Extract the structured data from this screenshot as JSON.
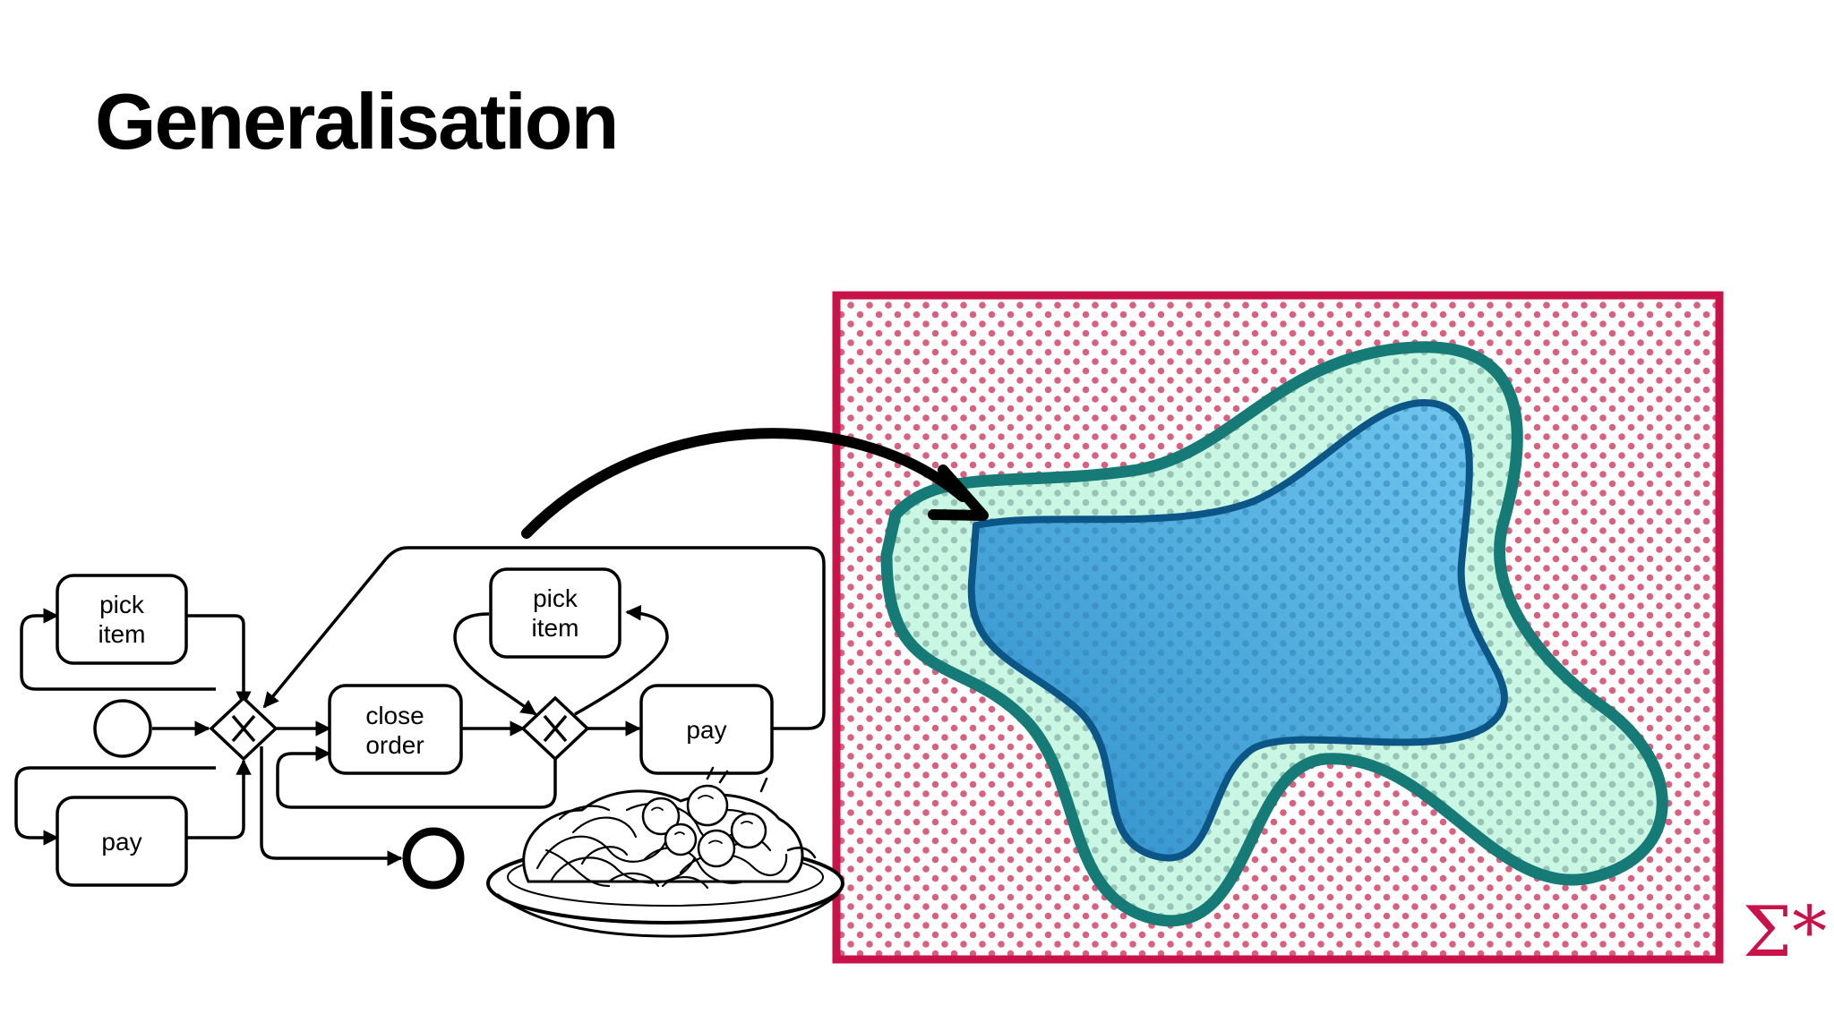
{
  "slide": {
    "title": "Generalisation"
  },
  "process_model": {
    "tasks": {
      "pick_item_top_left": [
        "pick",
        "item"
      ],
      "pay_bottom_left": "pay",
      "close_order": [
        "close",
        "order"
      ],
      "pick_item_center": [
        "pick",
        "item"
      ],
      "pay_right": "pay"
    },
    "gateway_symbol": "X"
  },
  "language_space": {
    "label": "Σ*"
  },
  "colors": {
    "frame": "#c8124a",
    "dots": "#d9607f",
    "outer_region_fill": "#c9f7e3",
    "outer_region_stroke": "#167a77",
    "inner_region_fill": "#4fb3e0",
    "inner_region_stroke": "#0c5687",
    "ink": "#000000"
  },
  "icons": [
    "spaghetti-plate-illustration",
    "curved-arrow"
  ]
}
